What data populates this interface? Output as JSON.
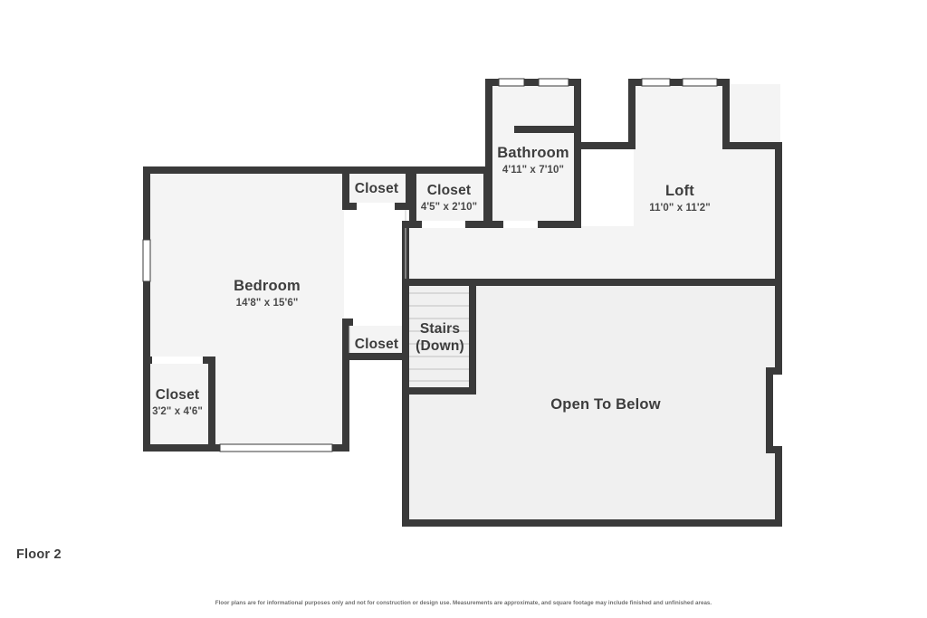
{
  "floor": {
    "label": "Floor 2"
  },
  "disclaimer": "Floor plans are for informational purposes only and not for construction or design use. Measurements are approximate, and square footage may include finished and unfinished areas.",
  "colors": {
    "wall": "#3a3a3a",
    "room_fill": "#f4f4f4",
    "window_fill": "#ffffff",
    "text": "#3d3d3d",
    "background": "#ffffff"
  },
  "rooms": [
    {
      "id": "bedroom",
      "name": "Bedroom",
      "dims": "14'8\" x 15'6\""
    },
    {
      "id": "closet-upper",
      "name": "Closet",
      "dims": ""
    },
    {
      "id": "closet-hall",
      "name": "Closet",
      "dims": "4'5\" x 2'10\""
    },
    {
      "id": "bathroom",
      "name": "Bathroom",
      "dims": "4'11\" x 7'10\""
    },
    {
      "id": "loft",
      "name": "Loft",
      "dims": "11'0\" x 11'2\""
    },
    {
      "id": "stairs",
      "name": "Stairs",
      "dims": "(Down)"
    },
    {
      "id": "closet-mid",
      "name": "Closet",
      "dims": ""
    },
    {
      "id": "closet-lower",
      "name": "Closet",
      "dims": "3'2\" x 4'6\""
    },
    {
      "id": "open-below",
      "name": "Open To Below",
      "dims": ""
    }
  ]
}
